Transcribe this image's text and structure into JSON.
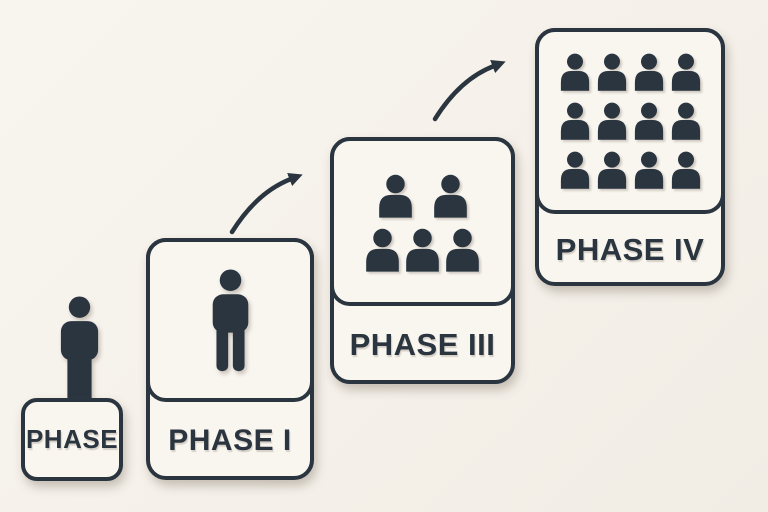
{
  "diagram": {
    "type": "phase-progression",
    "colors": {
      "background": "#f5f1ea",
      "ink": "#2a3540",
      "card_fill": "#f9f6f0"
    },
    "phases": [
      {
        "label": "PHASE",
        "people_count": 1,
        "people_icon": "person-standing-icon",
        "people_rows": [
          1
        ],
        "container": "pedestal-box"
      },
      {
        "label": "PHASE I",
        "people_count": 1,
        "people_icon": "person-standing-icon",
        "people_rows": [
          1
        ],
        "container": "card"
      },
      {
        "label": "PHASE III",
        "people_count": 5,
        "people_icon": "person-bust-icon",
        "people_rows": [
          2,
          3
        ],
        "container": "card"
      },
      {
        "label": "PHASE IV",
        "people_count": 12,
        "people_icon": "person-bust-icon",
        "people_rows": [
          4,
          4,
          4
        ],
        "container": "card"
      }
    ],
    "arrows": [
      {
        "name": "arrow-1",
        "from": "PHASE I",
        "to": "PHASE III",
        "direction": "up-right",
        "style": "curved"
      },
      {
        "name": "arrow-2",
        "from": "PHASE III",
        "to": "PHASE IV",
        "direction": "up-right",
        "style": "curved"
      }
    ]
  }
}
